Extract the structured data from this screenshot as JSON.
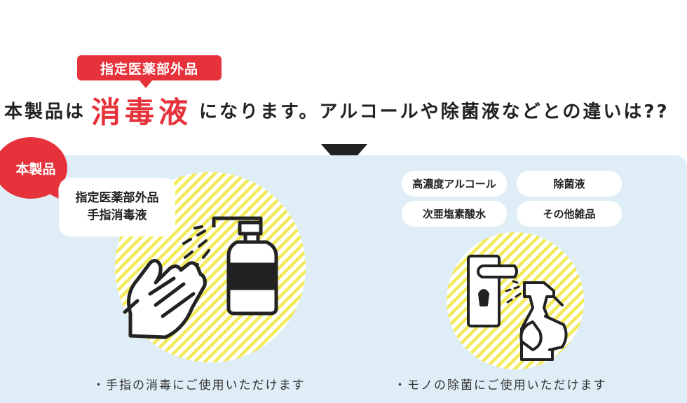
{
  "header": {
    "badge": "指定医薬部外品",
    "headline_pre": "本製品は",
    "headline_em": "消毒液",
    "headline_post": "になります。アルコールや除菌液などとの違いは??"
  },
  "left": {
    "tag": "本製品",
    "callout_line1": "指定医薬部外品",
    "callout_line2": "手指消毒液",
    "caption": "・手指の消毒にご使用いただけます"
  },
  "right": {
    "pills": [
      "高濃度アルコール",
      "除菌液",
      "次亜塩素酸水",
      "その他雑品"
    ],
    "caption": "・モノの除菌にご使用いただけます"
  },
  "colors": {
    "accent": "#e5323b",
    "panel": "#dfeef6",
    "stripe": "#f3ea5a"
  }
}
